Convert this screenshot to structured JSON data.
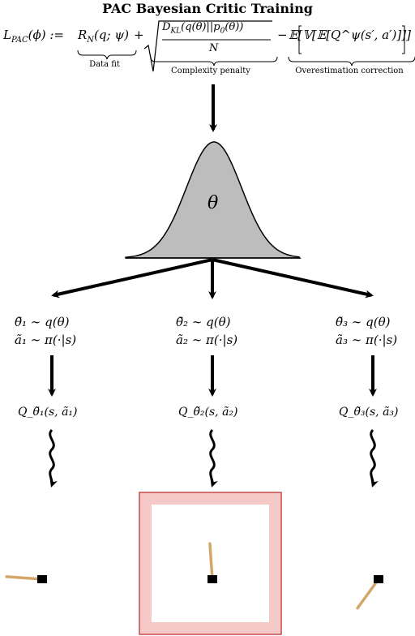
{
  "title": "PAC Bayesian Critic Training",
  "formula": {
    "lhs": "L_PAC(ϕ) :=",
    "term_data_fit": "R_N(q; ψ)",
    "plus": "+",
    "term_complexity_num": "D_KL(q(θ)||p₀(θ))",
    "term_complexity_den": "N",
    "minus": "−",
    "term_overestimation": "𝔼[𝕍[𝔼[Q^ψ(s′, a′)]]]",
    "label_data_fit": "Data fit",
    "label_complexity": "Complexity penalty",
    "label_overestimation": "Overestimation correction"
  },
  "distribution_symbol": "θ",
  "branches": [
    {
      "theta_sample": "θ̃₁ ∼ q(θ)",
      "action_sample": "ã₁ ∼ π(·|s)",
      "q_label": "Q_θ̃₁(s, ã₁)",
      "pendulum_angle_deg": -86,
      "selected": false
    },
    {
      "theta_sample": "θ̃₂ ∼ q(θ)",
      "action_sample": "ã₂ ∼ π(·|s)",
      "q_label": "Q_θ̃₂(s, ã₂)",
      "pendulum_angle_deg": -4,
      "selected": true
    },
    {
      "theta_sample": "θ̃₃ ∼ q(θ)",
      "action_sample": "ã₃ ∼ π(·|s)",
      "q_label": "Q_θ̃₃(s, ã₃)",
      "pendulum_angle_deg": -144,
      "selected": false
    }
  ],
  "colors": {
    "gaussian_fill": "#bdbdbd",
    "highlight_fill": "#f6c9c9",
    "highlight_border": "#c94a4a",
    "pendulum_rod": "#d4a66b",
    "pivot": "#000000"
  }
}
